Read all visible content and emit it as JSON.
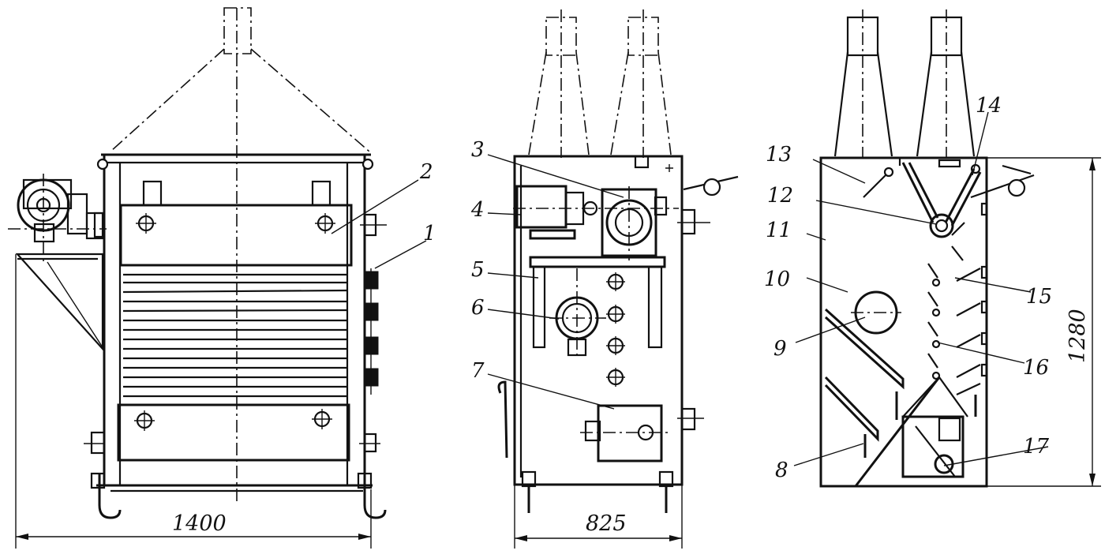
{
  "dimensions": {
    "width_overall": "1400",
    "width_side": "825",
    "height": "1280"
  },
  "callouts": {
    "c1": "1",
    "c2": "2",
    "c3": "3",
    "c4": "4",
    "c5": "5",
    "c6": "6",
    "c7": "7",
    "c8": "8",
    "c9": "9",
    "c10": "10",
    "c11": "11",
    "c12": "12",
    "c13": "13",
    "c14": "14",
    "c15": "15",
    "c16": "16",
    "c17": "17"
  }
}
